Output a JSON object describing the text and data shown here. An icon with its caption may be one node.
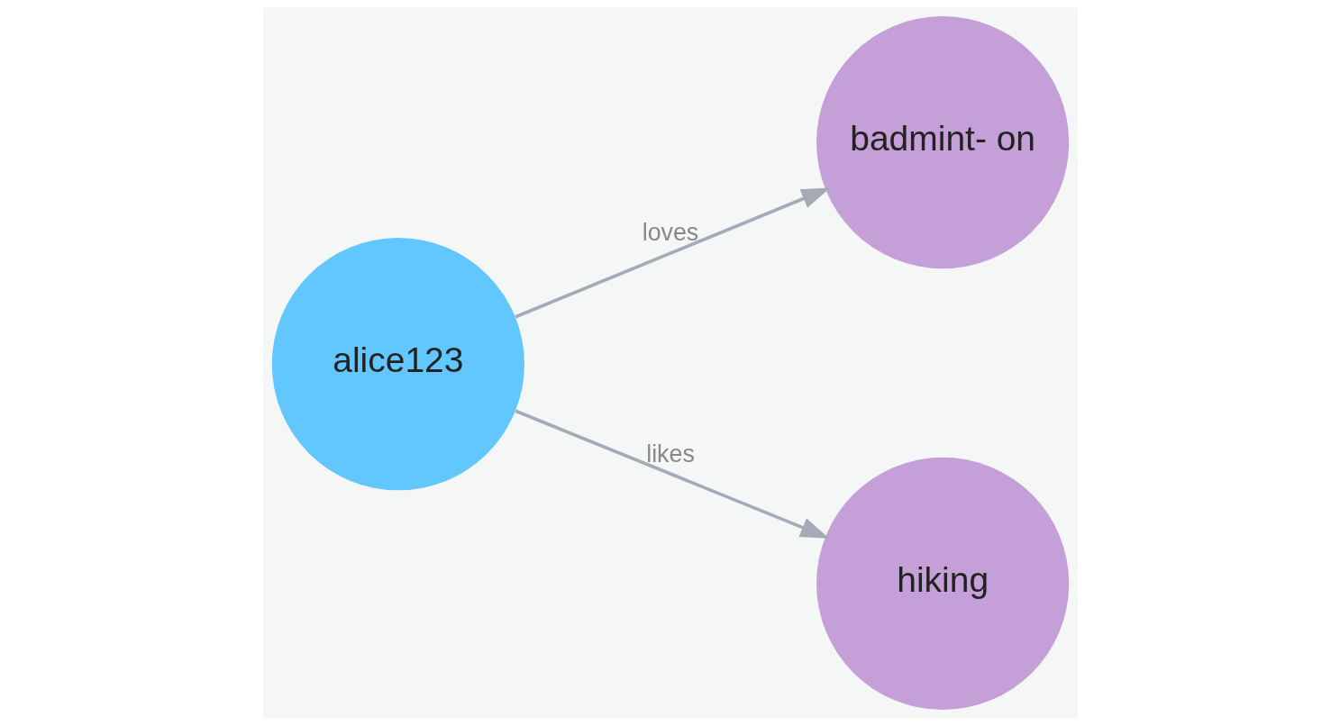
{
  "diagram": {
    "nodes": [
      {
        "text": [
          "badmint- on"
        ]
      },
      {
        "text": [
          "alice123"
        ]
      },
      {
        "text": [
          "hiking"
        ]
      }
    ],
    "edges": [
      {
        "from": 1,
        "to": 0,
        "arrow": "to",
        "label": "loves"
      },
      {
        "from": 1,
        "to": 2,
        "arrow": "to",
        "label": "likes"
      }
    ]
  }
}
